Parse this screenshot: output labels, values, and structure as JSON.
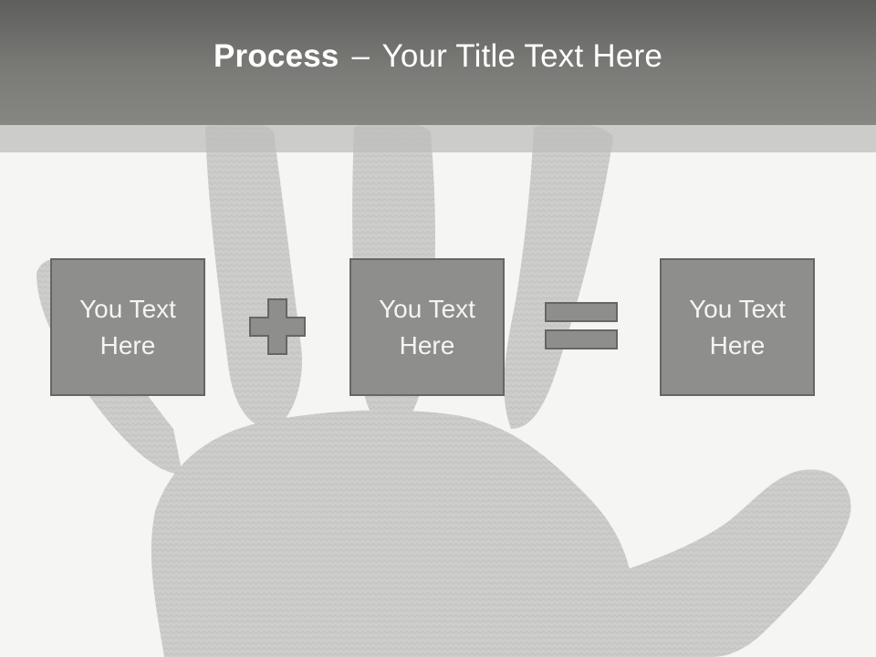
{
  "title": {
    "bold": "Process",
    "separator": "–",
    "rest": "Your Title Text Here"
  },
  "boxes": [
    {
      "text": "You Text Here"
    },
    {
      "text": "You Text Here"
    },
    {
      "text": "You Text Here"
    }
  ],
  "operators": {
    "first": "plus-icon",
    "second": "equals-icon"
  },
  "colors": {
    "title_bar": "#7a7a77",
    "box_fill": "#8e8e8c",
    "box_border": "#666664",
    "handprint": "#c9c9c7",
    "background": "#f5f5f3"
  }
}
